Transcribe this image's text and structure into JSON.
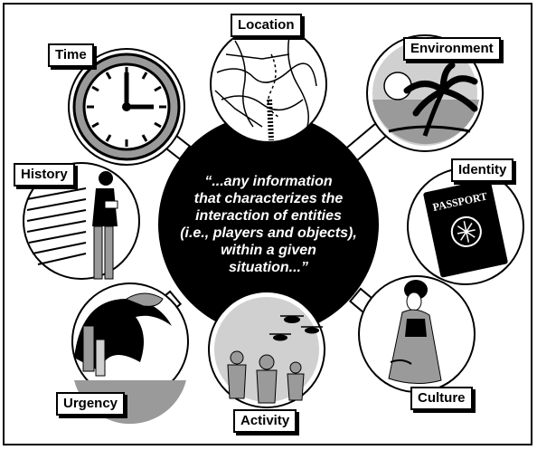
{
  "center": {
    "quote": "“...any information\nthat characterizes the\ninteraction of entities\n(i.e., players and objects),\nwithin a given\nsituation...”"
  },
  "labels": {
    "location": "Location",
    "time": "Time",
    "environment": "Environment",
    "history": "History",
    "identity": "Identity",
    "urgency": "Urgency",
    "activity": "Activity",
    "culture": "Culture"
  },
  "passport_text": "PASSPORT",
  "colors": {
    "ink": "#000000",
    "paper": "#ffffff",
    "gray": "#9a9a9a",
    "light_gray": "#d0d0d0"
  }
}
